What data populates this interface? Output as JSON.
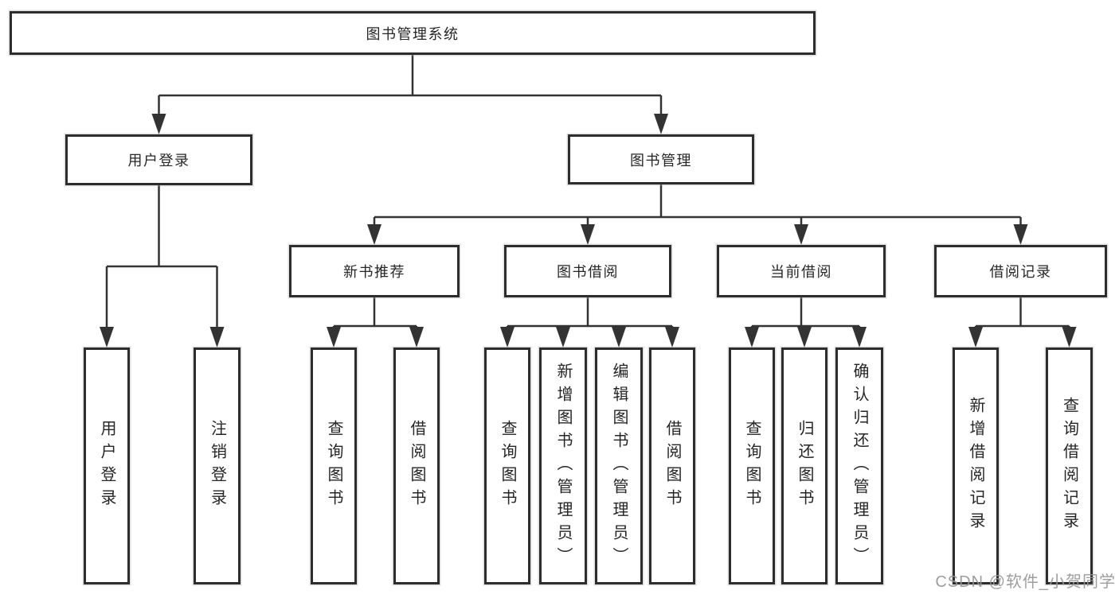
{
  "diagram": {
    "title": "图书管理系统",
    "watermark": "CSDN @软件_小贺同学",
    "nodes": [
      {
        "id": "root",
        "label": "图书管理系统",
        "parent": null
      },
      {
        "id": "login",
        "label": "用户登录",
        "parent": "root"
      },
      {
        "id": "mgmt",
        "label": "图书管理",
        "parent": "root"
      },
      {
        "id": "login-user",
        "label": "用户登录",
        "parent": "login"
      },
      {
        "id": "login-out",
        "label": "注销登录",
        "parent": "login"
      },
      {
        "id": "rec",
        "label": "新书推荐",
        "parent": "mgmt"
      },
      {
        "id": "borrow",
        "label": "图书借阅",
        "parent": "mgmt"
      },
      {
        "id": "current",
        "label": "当前借阅",
        "parent": "mgmt"
      },
      {
        "id": "records",
        "label": "借阅记录",
        "parent": "mgmt"
      },
      {
        "id": "rec-query",
        "label": "查询图书",
        "parent": "rec"
      },
      {
        "id": "rec-borrow",
        "label": "借阅图书",
        "parent": "rec"
      },
      {
        "id": "borrow-query",
        "label": "查询图书",
        "parent": "borrow"
      },
      {
        "id": "borrow-add",
        "label": "新增图书（管理员）",
        "parent": "borrow"
      },
      {
        "id": "borrow-edit",
        "label": "编辑图书（管理员）",
        "parent": "borrow"
      },
      {
        "id": "borrow-borrow",
        "label": "借阅图书",
        "parent": "borrow"
      },
      {
        "id": "cur-query",
        "label": "查询图书",
        "parent": "current"
      },
      {
        "id": "cur-return",
        "label": "归还图书",
        "parent": "current"
      },
      {
        "id": "cur-confirm",
        "label": "确认归还（管理员）",
        "parent": "current"
      },
      {
        "id": "recd-add",
        "label": "新增借阅记录",
        "parent": "records"
      },
      {
        "id": "recd-query",
        "label": "查询借阅记录",
        "parent": "records"
      }
    ]
  },
  "colors": {
    "line": "#333333",
    "box_border": "#2d2d2d",
    "box_fill": "#ffffff",
    "text": "#262626",
    "watermark": "#969696"
  }
}
